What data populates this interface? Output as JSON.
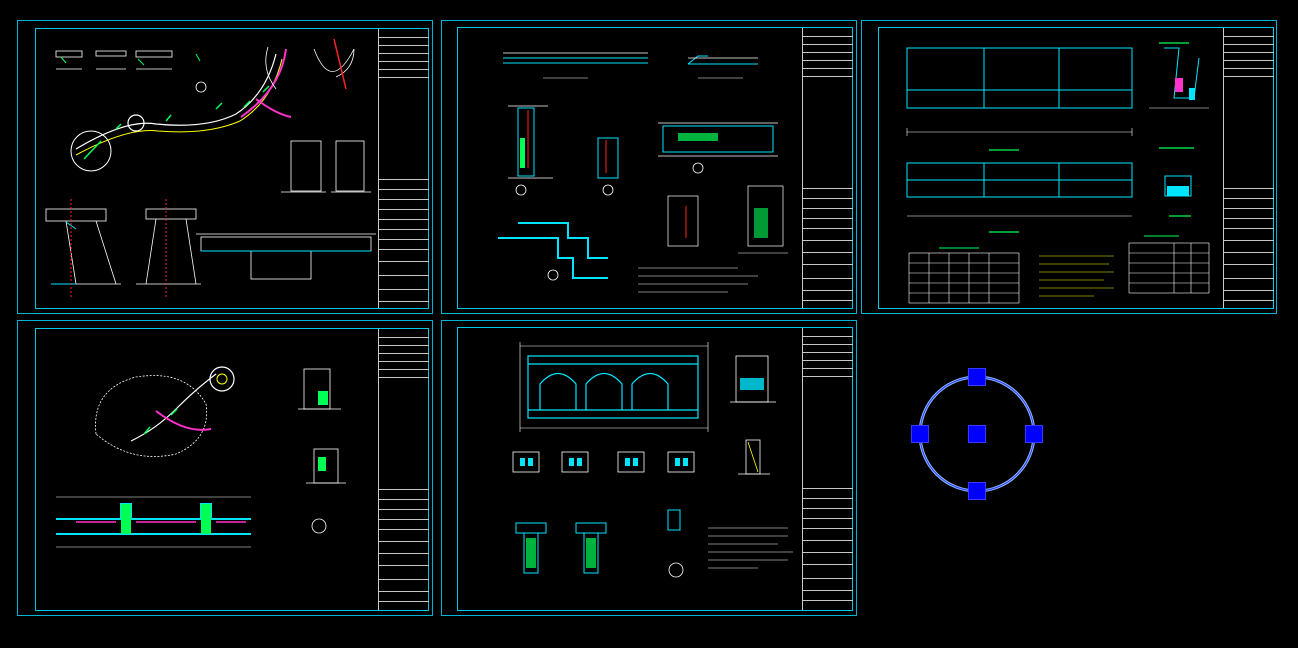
{
  "viewport": {
    "background": "#000000"
  },
  "colors": {
    "frame": "#00b4d8",
    "inner_frame": "#00c8e8",
    "line_white": "#ffffff",
    "line_cyan": "#00e5ff",
    "line_green": "#00ff55",
    "line_yellow": "#ffff00",
    "line_magenta": "#ff33cc",
    "line_red": "#ff2222",
    "grip_blue": "#0000ff"
  },
  "sheets": [
    {
      "id": "sheet-1"
    },
    {
      "id": "sheet-2"
    },
    {
      "id": "sheet-3"
    },
    {
      "id": "sheet-4"
    },
    {
      "id": "sheet-5"
    }
  ],
  "selected_entity": {
    "type": "circle",
    "icon": "circle-with-grips-icon",
    "grip_count": 5
  }
}
